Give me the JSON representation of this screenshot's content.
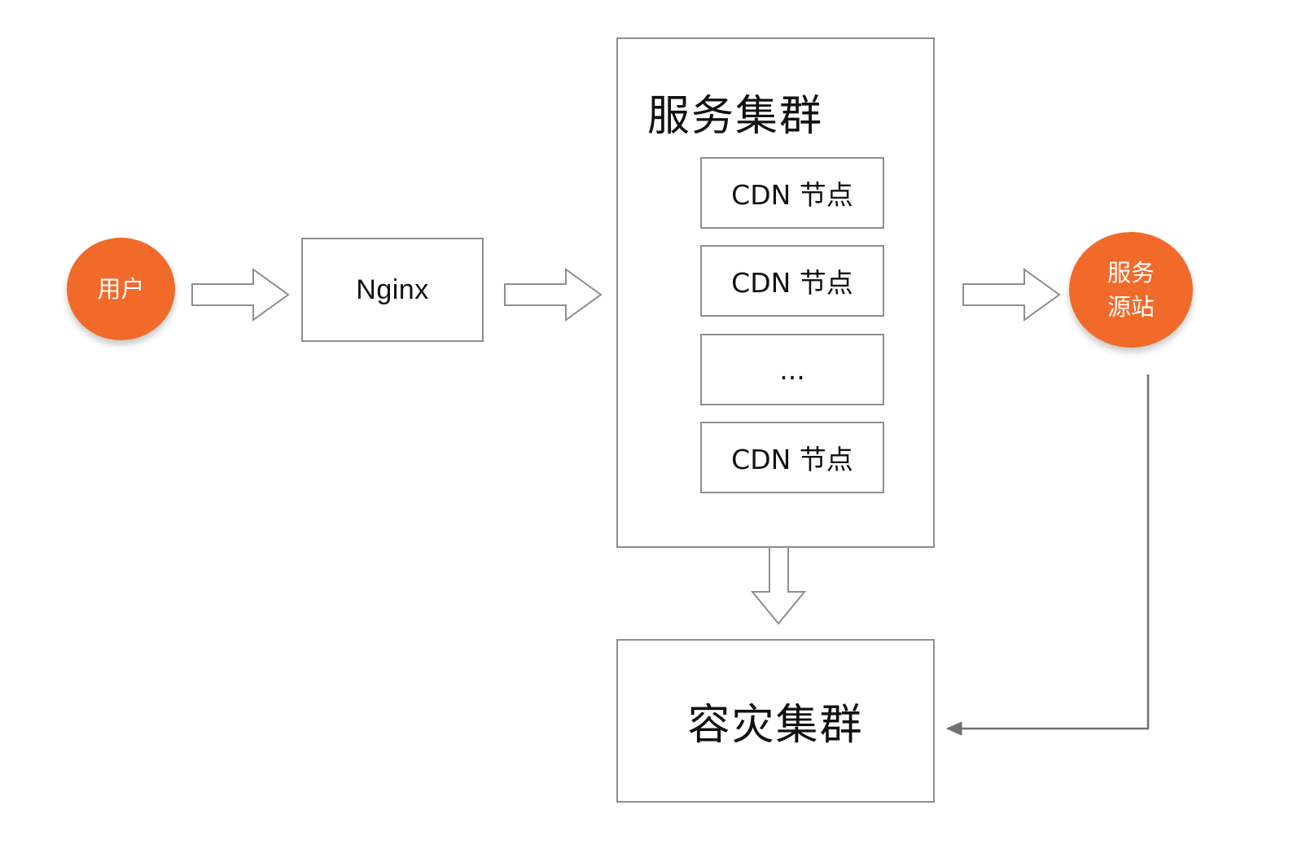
{
  "nodes": {
    "user": "用户",
    "nginx": "Nginx",
    "service_cluster": {
      "title": "服务集群",
      "items": [
        "CDN 节点",
        "CDN 节点",
        "...",
        "CDN 节点"
      ]
    },
    "origin": "服务\n源站",
    "dr_cluster": "容灾集群"
  },
  "colors": {
    "circle_fill": "#f26a2a",
    "border": "#8e8e8e",
    "line": "#707070"
  }
}
